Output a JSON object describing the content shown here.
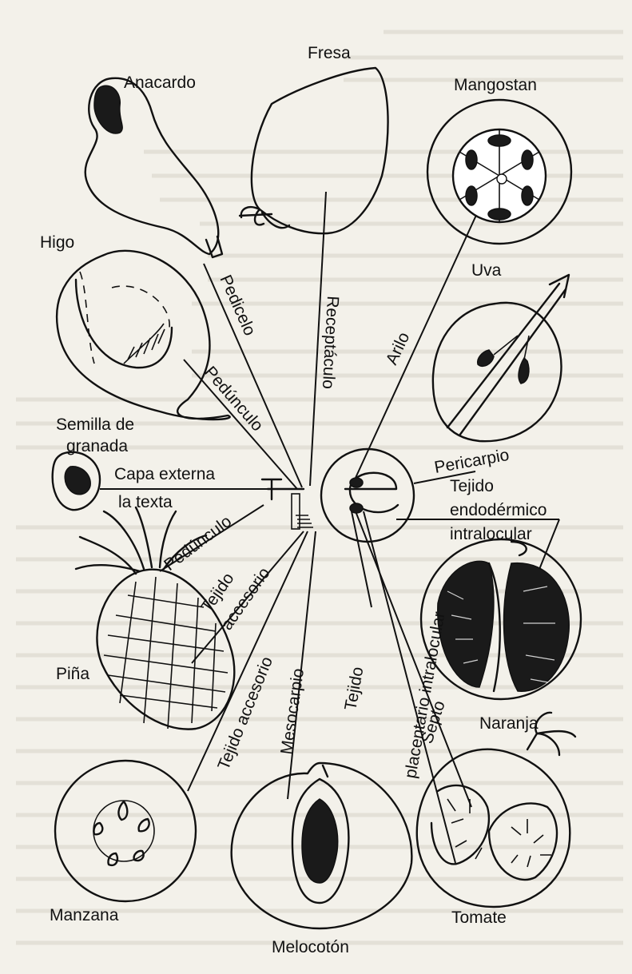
{
  "fruits": {
    "anacardo": "Anacardo",
    "fresa": "Fresa",
    "mangostan": "Mangostan",
    "higo": "Higo",
    "uva": "Uva",
    "semilla": [
      "Semilla de",
      "granada"
    ],
    "pina": "Piña",
    "naranja": "Naranja",
    "manzana": "Manzana",
    "melocoton": "Melocotón",
    "tomate": "Tomate"
  },
  "parts": {
    "pedicelo": "Pedicelo",
    "pedunculo_top": "Pedúnculo",
    "receptaculo": "Receptáculo",
    "arilo": "Arilo",
    "pericarpio": "Pericarpio",
    "capa_externa": "Capa externa",
    "la_texta": "la texta",
    "tejido_endodermico": [
      "Tejido",
      "endodérmico",
      "intralocular"
    ],
    "pedunculo_left": "Pedúnculo",
    "tejido_accesorio_left": [
      "Tejido",
      "accesorio"
    ],
    "tejido_accesorio_bottom": "Tejido accesorio",
    "mesocarpio": "Mesocarpio",
    "tejido_placentario": [
      "Tejido",
      "placentario intralocular"
    ],
    "septo": "Septo"
  }
}
